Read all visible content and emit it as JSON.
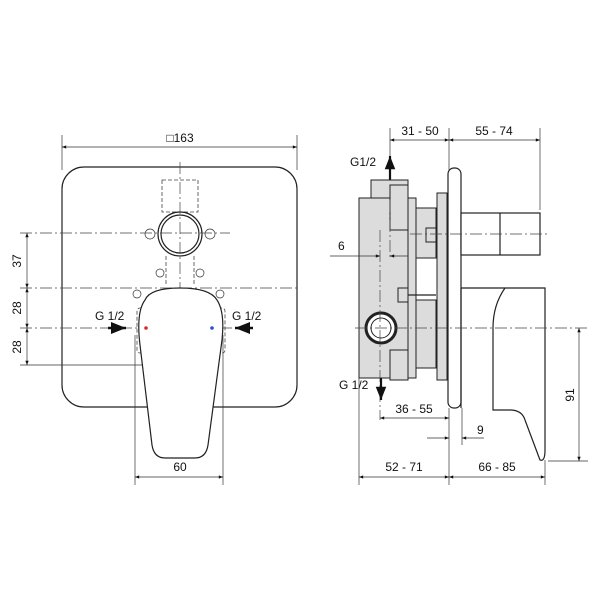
{
  "front_view": {
    "width_label": "□163",
    "dim_upper": "37",
    "dim_middle": "28",
    "dim_lower": "28",
    "inlet_left": "G 1/2",
    "inlet_right": "G 1/2",
    "handle_width": "60",
    "hot_color": "#e0262c",
    "cold_color": "#2a4fd0"
  },
  "side_view": {
    "outlet_top": "G1/2",
    "outlet_bottom": "G 1/2",
    "dim_top_left": "31 - 50",
    "dim_top_right": "55 - 74",
    "dim_six": "6",
    "dim_36_55": "36 - 55",
    "dim_nine": "9",
    "dim_bottom_left": "52 - 71",
    "dim_bottom_right": "66 - 85",
    "dim_height": "91"
  }
}
